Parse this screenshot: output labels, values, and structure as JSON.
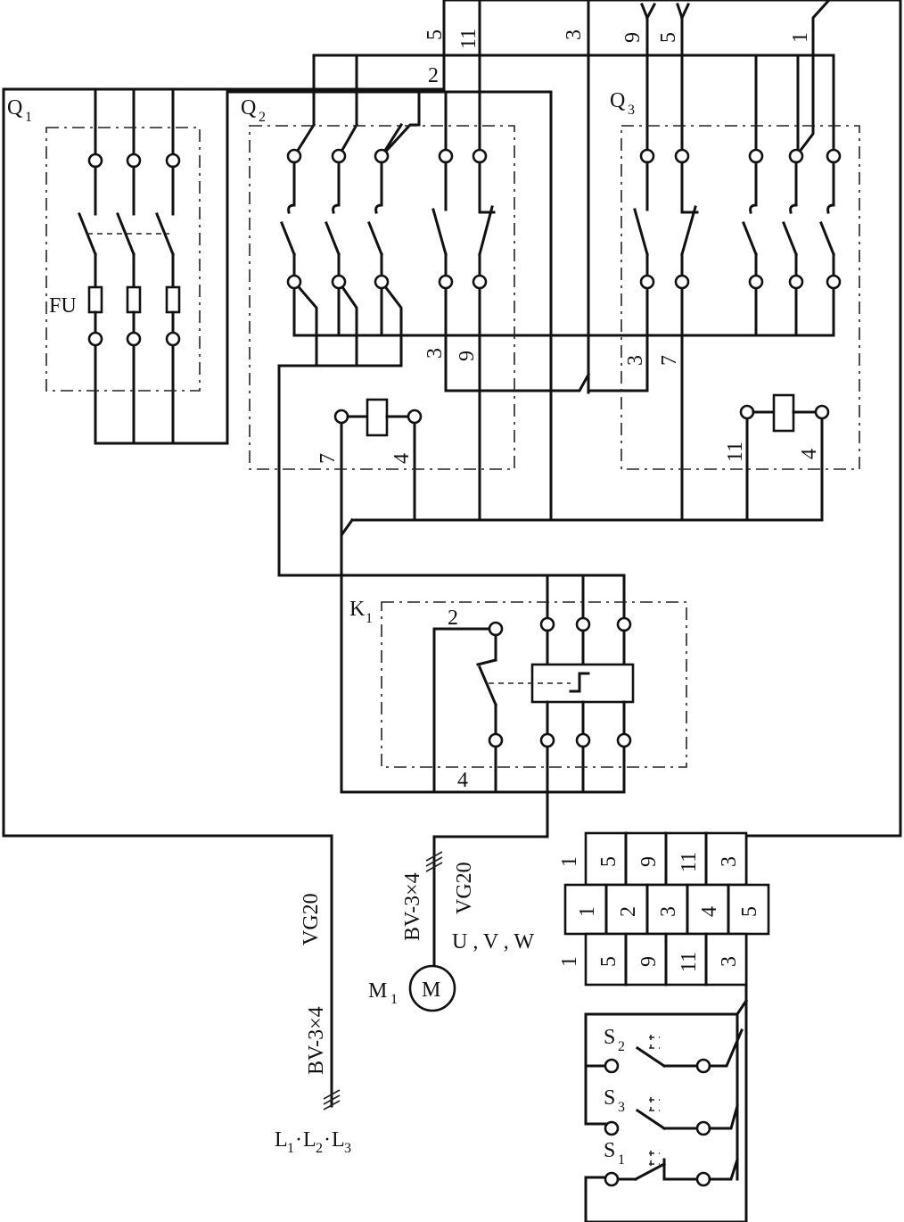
{
  "labels": {
    "q1": "Q",
    "q1_sub": "1",
    "q2": "Q",
    "q2_sub": "2",
    "q3": "Q",
    "q3_sub": "3",
    "k1": "K",
    "k1_sub": "1",
    "fu": "FU",
    "m1": "M",
    "m1_sub": "1",
    "motor": "M",
    "s1": "S",
    "s1_sub": "1",
    "s2": "S",
    "s2_sub": "2",
    "s3": "S",
    "s3_sub": "3",
    "uvw": "U , V , W",
    "vg20_a": "VG20",
    "bv_a": "BV-3×4",
    "vg20_b": "VG20",
    "bv_b": "BV-3×4",
    "l_line": "L",
    "l1_sub": "1",
    "l2_sub": "2",
    "l3_sub": "3",
    "l_dot": "·"
  },
  "wire_numbers": {
    "top_5": "5",
    "top_11": "11",
    "top_3": "3",
    "top_9": "9",
    "top_5b": "5",
    "top_1": "1",
    "q2_2": "2",
    "q2_3": "3",
    "q2_9": "9",
    "q3_3": "3",
    "q3_7": "7",
    "coil_7": "7",
    "coil_4": "4",
    "coil_11": "11",
    "coil_4b": "4",
    "k1_2": "2",
    "k1_4": "4"
  },
  "terminal_block": {
    "top_row": [
      "1",
      "5",
      "9",
      "11",
      "3"
    ],
    "middle_row": [
      "1",
      "2",
      "3",
      "4",
      "5"
    ],
    "bottom_row": [
      "1",
      "5",
      "9",
      "11",
      "3"
    ]
  }
}
